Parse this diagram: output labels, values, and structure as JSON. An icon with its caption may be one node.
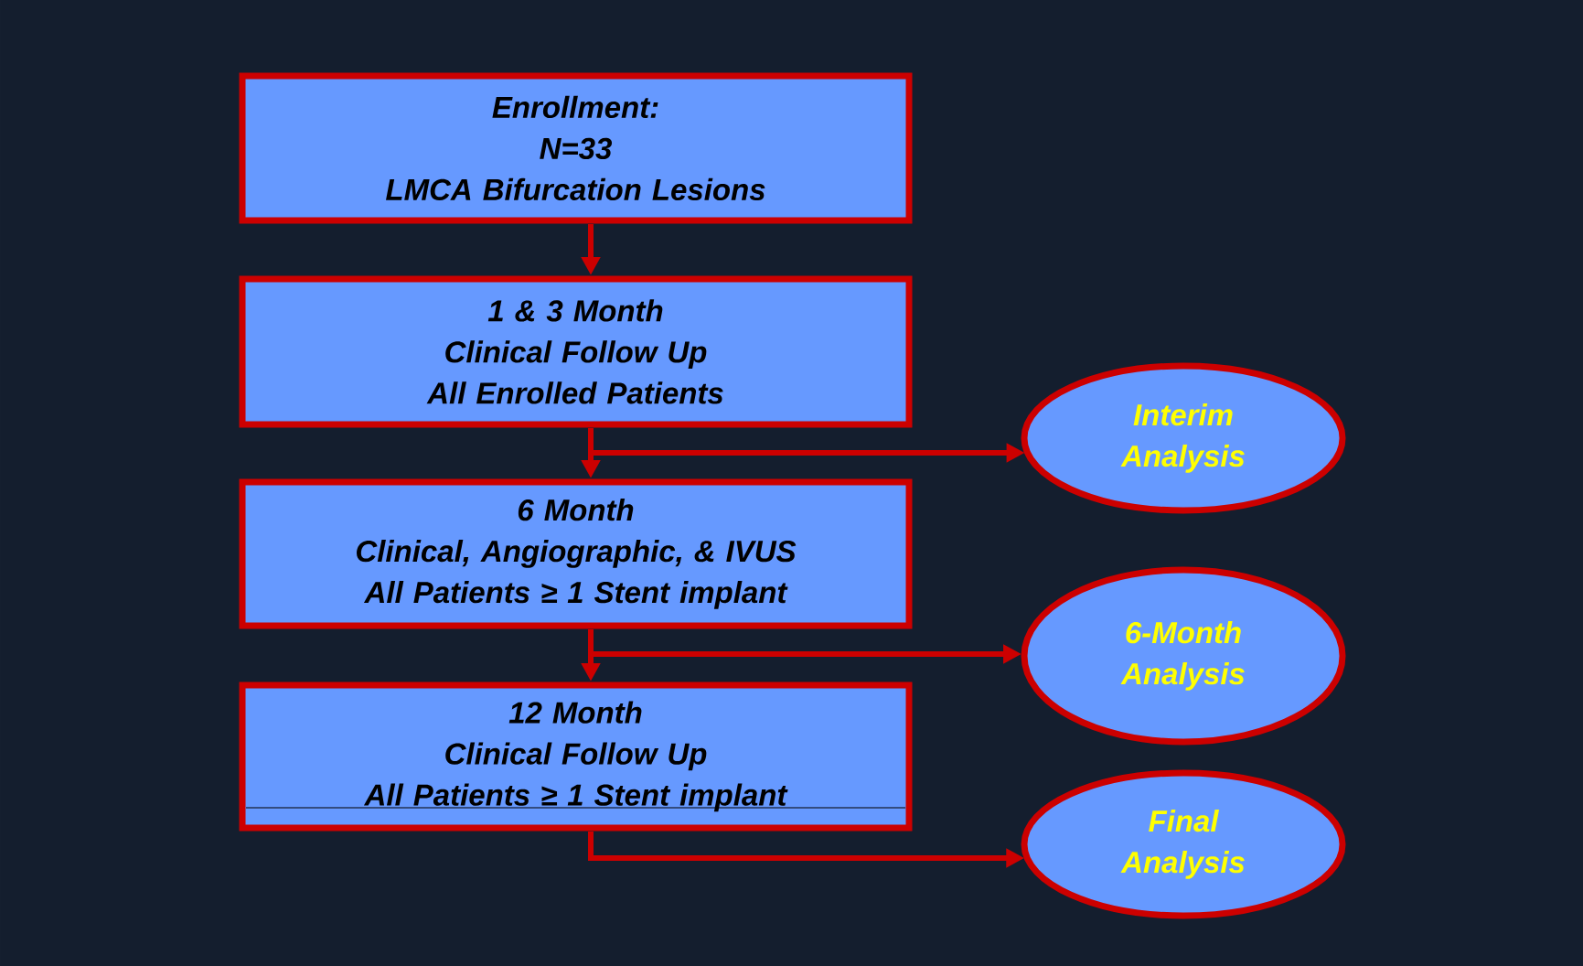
{
  "diagram": {
    "nodes": [
      {
        "text": [
          "Enrollment:",
          "N=33",
          "LMCA Bifurcation Lesions"
        ]
      },
      {
        "text": [
          "1 & 3 Month",
          "Clinical Follow Up",
          "All Enrolled Patients"
        ]
      },
      {
        "text": [
          "6 Month",
          "Clinical, Angiographic, & IVUS",
          "All Patients ≥ 1 Stent implant"
        ]
      },
      {
        "text": [
          "12 Month",
          "Clinical Follow Up",
          "All Patients ≥ 1 Stent implant"
        ]
      },
      {
        "text": [
          "Interim Analysis"
        ]
      },
      {
        "text": [
          "6-Month Analysis"
        ]
      },
      {
        "text": [
          "Final Analysis"
        ]
      }
    ],
    "edges": [
      {
        "from": 0,
        "to": 1,
        "arrow": "to"
      },
      {
        "from": 1,
        "to": 2,
        "arrow": "to"
      },
      {
        "from": 1,
        "to": 4,
        "arrow": "to"
      },
      {
        "from": 2,
        "to": 3,
        "arrow": "to"
      },
      {
        "from": 2,
        "to": 5,
        "arrow": "to"
      },
      {
        "from": 3,
        "to": 6,
        "arrow": "to"
      }
    ]
  }
}
